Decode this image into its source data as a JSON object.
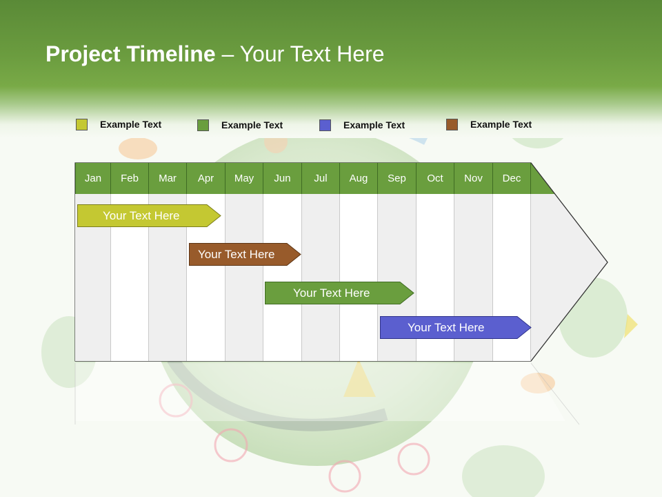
{
  "title": {
    "bold": "Project Timeline",
    "rest": " – Your Text Here"
  },
  "legend": [
    {
      "label": "Example Text",
      "color": "#c4c832"
    },
    {
      "label": "Example Text",
      "color": "#6a9e3e"
    },
    {
      "label": "Example Text",
      "color": "#5b5fcf"
    },
    {
      "label": "Example Text",
      "color": "#985b2b"
    }
  ],
  "months": [
    "Jan",
    "Feb",
    "Mar",
    "Apr",
    "May",
    "Jun",
    "Jul",
    "Aug",
    "Sep",
    "Oct",
    "Nov",
    "Dec"
  ],
  "tasks": [
    {
      "label": "Your  Text Here",
      "color": "#c4c832"
    },
    {
      "label": "Your  Text Here",
      "color": "#985b2b"
    },
    {
      "label": "Your  Text Here",
      "color": "#6a9e3e"
    },
    {
      "label": "Your  Text Here",
      "color": "#5b5fcf"
    }
  ]
}
